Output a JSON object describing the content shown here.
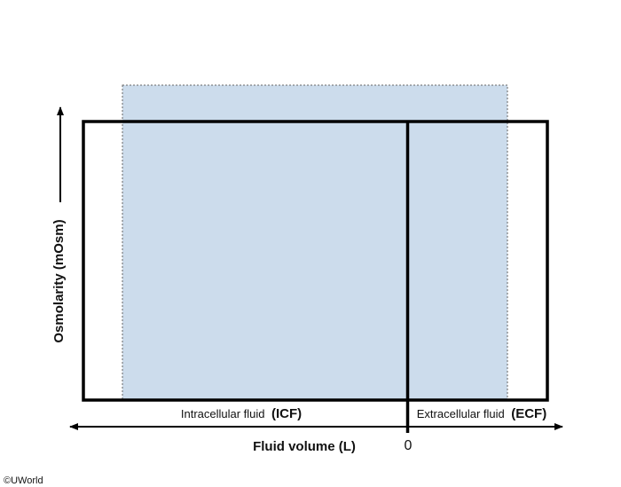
{
  "diagram": {
    "y_axis_label": "Osmolarity (mOsm)",
    "x_axis_label": "Fluid volume (L)",
    "origin_label": "0",
    "icf_label": "Intracellular fluid",
    "icf_abbr": "(ICF)",
    "ecf_label": "Extracellular fluid",
    "ecf_abbr": "(ECF)",
    "copyright": "©UWorld"
  },
  "colors": {
    "shaded_region": "#ccdcec",
    "outline": "#000000",
    "dotted_border": "#666666"
  }
}
